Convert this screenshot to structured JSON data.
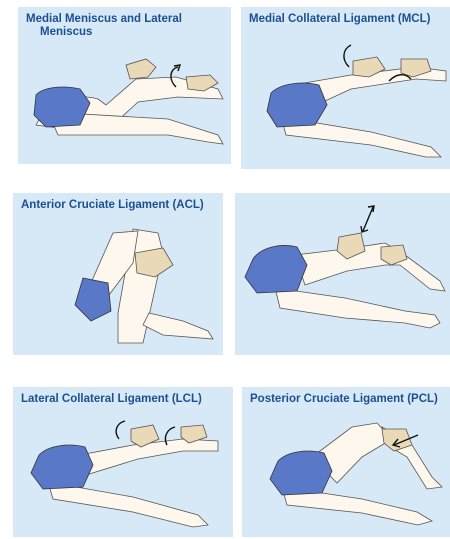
{
  "panels": [
    {
      "title_line1": "Medial Meniscus and Lateral",
      "title_line2": "Meniscus"
    },
    {
      "title_line1": "Medial Collateral Ligament (MCL)"
    },
    {
      "title_line1": "Anterior Cruciate Ligament (ACL)"
    },
    {
      "title_line1": ""
    },
    {
      "title_line1": "Lateral Collateral Ligament (LCL)"
    },
    {
      "title_line1": "Posterior Cruciate Ligament (PCL)"
    }
  ],
  "colors": {
    "panel_bg": "#d7e9f6",
    "title": "#1d4f93",
    "shorts": "#5a78c8",
    "skin": "#fdf7ee",
    "hands": "#e9d9b6"
  }
}
